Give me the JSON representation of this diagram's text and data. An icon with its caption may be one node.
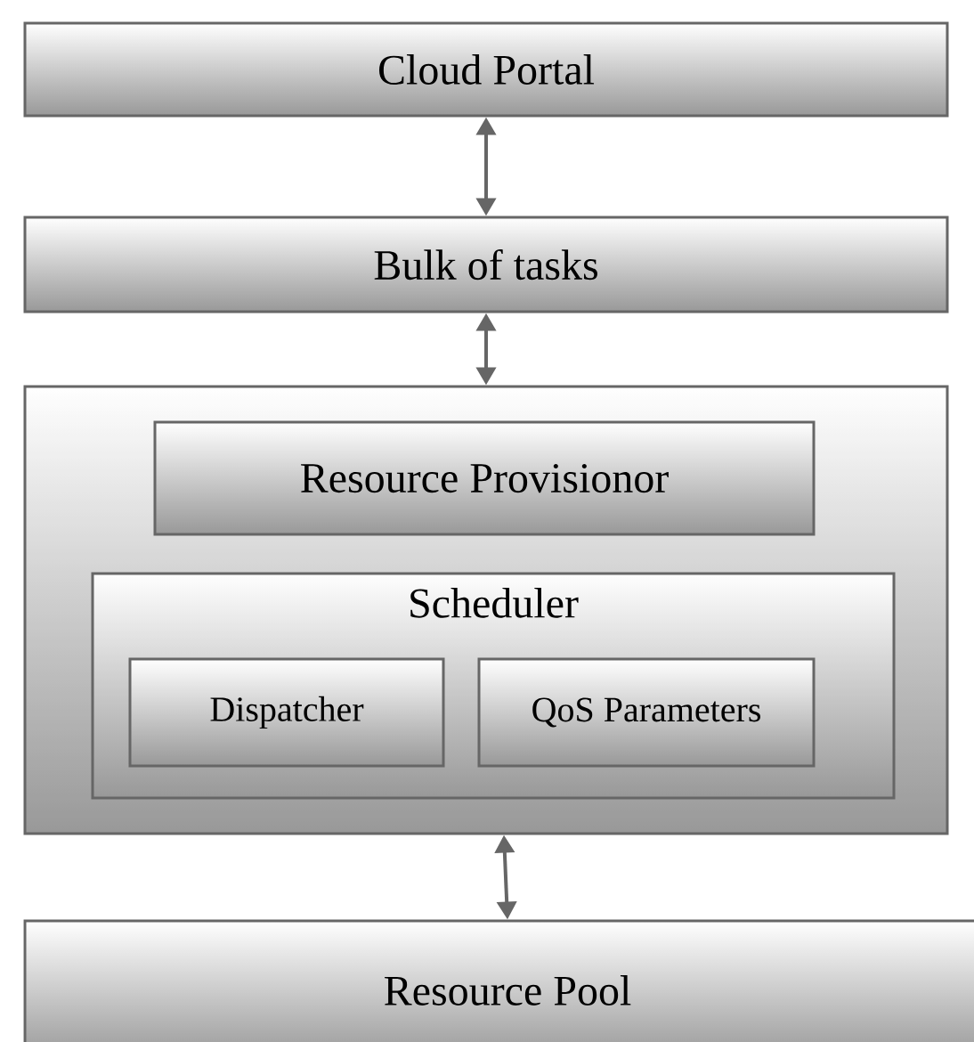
{
  "diagram": {
    "nodes": [
      {
        "text": [
          "Cloud Portal"
        ]
      },
      {
        "text": [
          "Bulk of tasks"
        ]
      },
      {
        "text": [],
        "shape": "box"
      },
      {
        "text": [
          "Resource Provisionor"
        ],
        "in": 2
      },
      {
        "text": [
          "Scheduler"
        ],
        "in": 2
      },
      {
        "text": [
          "Dispatcher"
        ],
        "in": 4
      },
      {
        "text": [
          "QoS Parameters"
        ],
        "in": 4
      },
      {
        "text": [
          "Resource Pool"
        ]
      }
    ],
    "edges": [
      {
        "from": 0,
        "to": 1,
        "arrow": "both"
      },
      {
        "from": 1,
        "to": 2,
        "arrow": "both"
      },
      {
        "from": 2,
        "to": 7,
        "arrow": "both"
      }
    ]
  }
}
